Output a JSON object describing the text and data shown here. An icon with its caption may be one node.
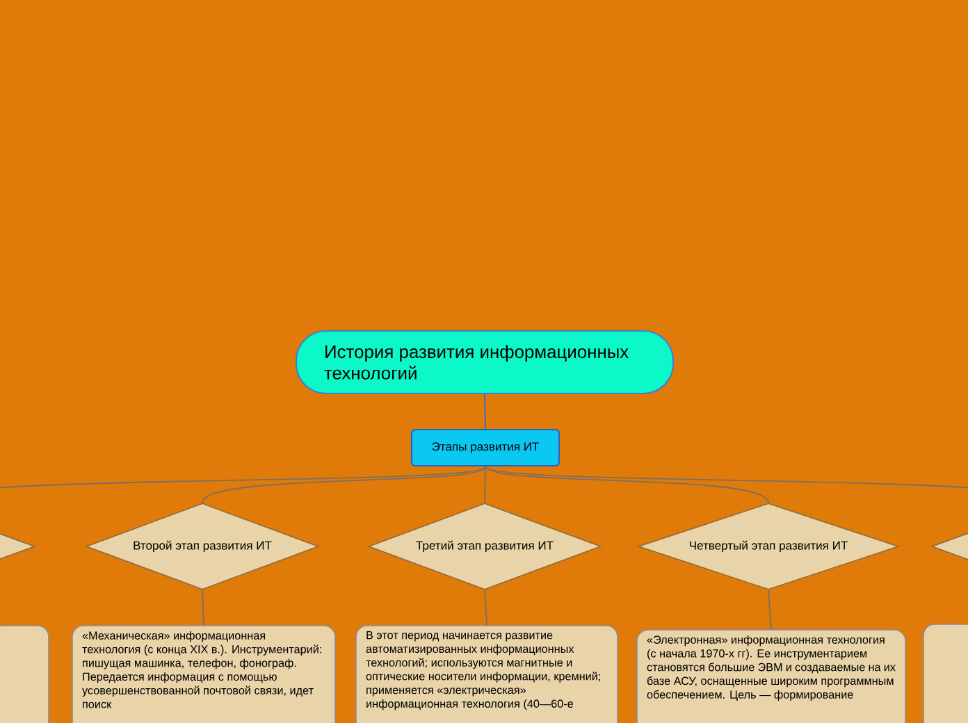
{
  "diagram": {
    "nodes": [
      {
        "text": [
          "История развития информационных технологий"
        ]
      },
      {
        "text": [
          "Этапы развития ИТ"
        ]
      },
      {
        "text": [],
        "shape": "diamond"
      },
      {
        "text": [
          "Второй этап развития ИТ"
        ]
      },
      {
        "text": [
          "Третий этап развития ИТ"
        ]
      },
      {
        "text": [
          "Четвертый этап развития ИТ"
        ]
      },
      {
        "text": [],
        "shape": "diamond"
      },
      {
        "text": [],
        "shape": "box"
      },
      {
        "text": [
          "«Механическая» информационная технология (с конца XIX в.). Инструментарий: пишущая машинка, телефон, фонограф. Передается информация с помощью усовершенствованной почтовой связи, идет поиск"
        ]
      },
      {
        "text": [
          "В этот период начинается развитие автоматизированных информационных технологий; используются магнитные и оптические носители информации, кремний; применяется «электрическая» информационная технология (40—60-е"
        ]
      },
      {
        "text": [
          "«Электронная» информационная технология (с начала 1970-х гг). Ее инструментарием становятся большие ЭВМ и создаваемые на их базе АСУ, оснащенные широким программным обеспечением. Цель — формирование"
        ]
      },
      {
        "text": [],
        "shape": "box"
      }
    ],
    "edges": [
      {
        "from": 0,
        "to": 1,
        "arrow": "none",
        "color": "#2f6fd0"
      },
      {
        "from": 1,
        "to": 2,
        "arrow": "none"
      },
      {
        "from": 1,
        "to": 3,
        "arrow": "none"
      },
      {
        "from": 1,
        "to": 4,
        "arrow": "none"
      },
      {
        "from": 1,
        "to": 5,
        "arrow": "none"
      },
      {
        "from": 1,
        "to": 6,
        "arrow": "none"
      },
      {
        "from": 3,
        "to": 8,
        "arrow": "none"
      },
      {
        "from": 4,
        "to": 9,
        "arrow": "none"
      },
      {
        "from": 5,
        "to": 10,
        "arrow": "none"
      }
    ]
  }
}
